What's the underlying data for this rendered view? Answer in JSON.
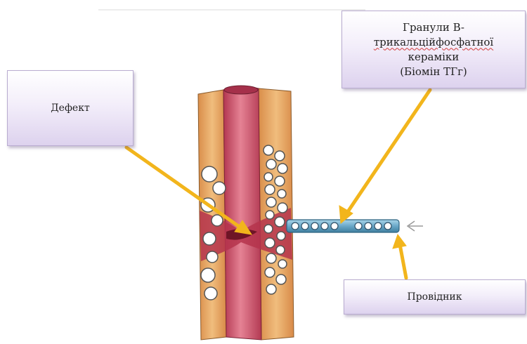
{
  "labels": {
    "defect": "Дефект",
    "granules": {
      "line1": "Гранули B-",
      "line2": "трикальційфосфатної",
      "line3": "кераміки",
      "line4": "(Біомін ТГг)"
    },
    "guide": "Провідник"
  },
  "colors": {
    "arrow": "#f2b51c",
    "bone_outer": "#e7a868",
    "marrow": "#c8475f",
    "guide_tube": "#79b4d3",
    "box_border": "#b9acd0"
  }
}
